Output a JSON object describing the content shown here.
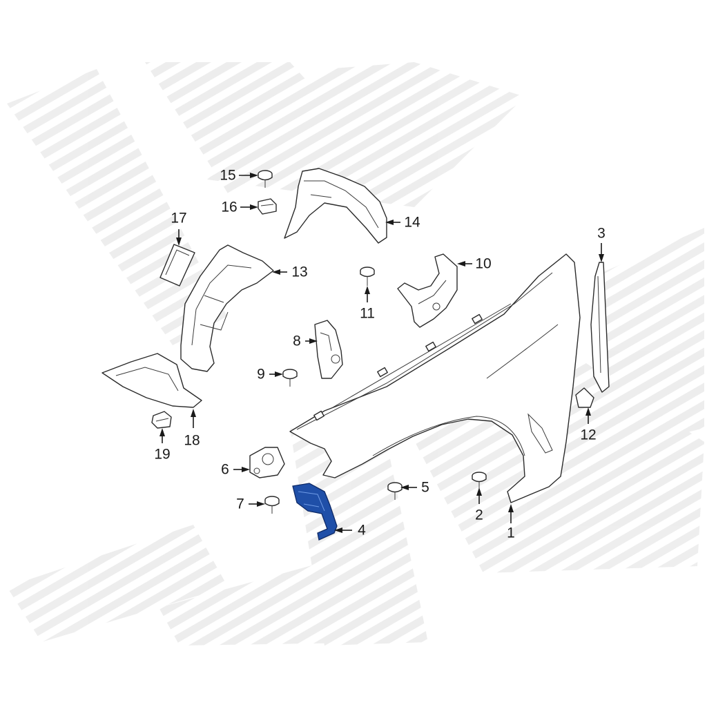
{
  "diagram": {
    "highlight_color": "#1f4fa8",
    "watermark_color": "#e9e9e9",
    "callouts": [
      {
        "id": "1",
        "label": "1"
      },
      {
        "id": "2",
        "label": "2"
      },
      {
        "id": "3",
        "label": "3"
      },
      {
        "id": "4",
        "label": "4"
      },
      {
        "id": "5",
        "label": "5"
      },
      {
        "id": "6",
        "label": "6"
      },
      {
        "id": "7",
        "label": "7"
      },
      {
        "id": "8",
        "label": "8"
      },
      {
        "id": "9",
        "label": "9"
      },
      {
        "id": "10",
        "label": "10"
      },
      {
        "id": "11",
        "label": "11"
      },
      {
        "id": "12",
        "label": "12"
      },
      {
        "id": "13",
        "label": "13"
      },
      {
        "id": "14",
        "label": "14"
      },
      {
        "id": "15",
        "label": "15"
      },
      {
        "id": "16",
        "label": "16"
      },
      {
        "id": "17",
        "label": "17"
      },
      {
        "id": "18",
        "label": "18"
      },
      {
        "id": "19",
        "label": "19"
      }
    ]
  }
}
